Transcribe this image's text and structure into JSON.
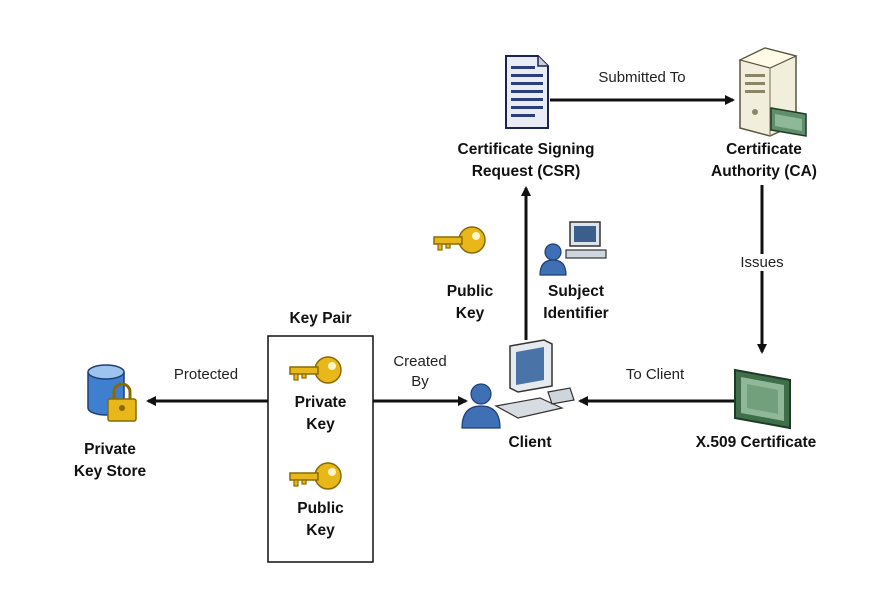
{
  "nodes": {
    "csr": {
      "line1": "Certificate Signing",
      "line2": "Request (CSR)"
    },
    "ca": {
      "line1": "Certificate",
      "line2": "Authority (CA)"
    },
    "public_key": {
      "line1": "Public",
      "line2": "Key"
    },
    "subject_identifier": {
      "line1": "Subject",
      "line2": "Identifier"
    },
    "key_pair": {
      "title": "Key Pair",
      "private_line1": "Private",
      "private_line2": "Key",
      "public_line1": "Public",
      "public_line2": "Key"
    },
    "private_key_store": {
      "line1": "Private",
      "line2": "Key Store"
    },
    "client": {
      "label": "Client"
    },
    "certificate": {
      "label": "X.509 Certificate"
    }
  },
  "edges": {
    "submitted_to": "Submitted To",
    "issues": "Issues",
    "to_client": "To Client",
    "created_by_line1": "Created",
    "created_by_line2": "By",
    "protected": "Protected"
  },
  "colors": {
    "key_gold": "#e8b81a",
    "person_blue": "#3f6fb5",
    "certificate_green": "#5f8f6a",
    "document_blue": "#2c3e7a",
    "arrow": "#111111"
  }
}
